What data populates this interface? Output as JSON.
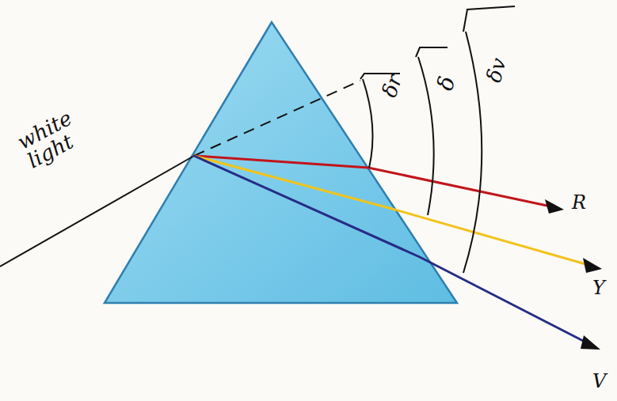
{
  "diagram": {
    "labels": [
      "white light",
      "δr",
      "δ",
      "δv",
      "R",
      "Y",
      "V"
    ]
  }
}
